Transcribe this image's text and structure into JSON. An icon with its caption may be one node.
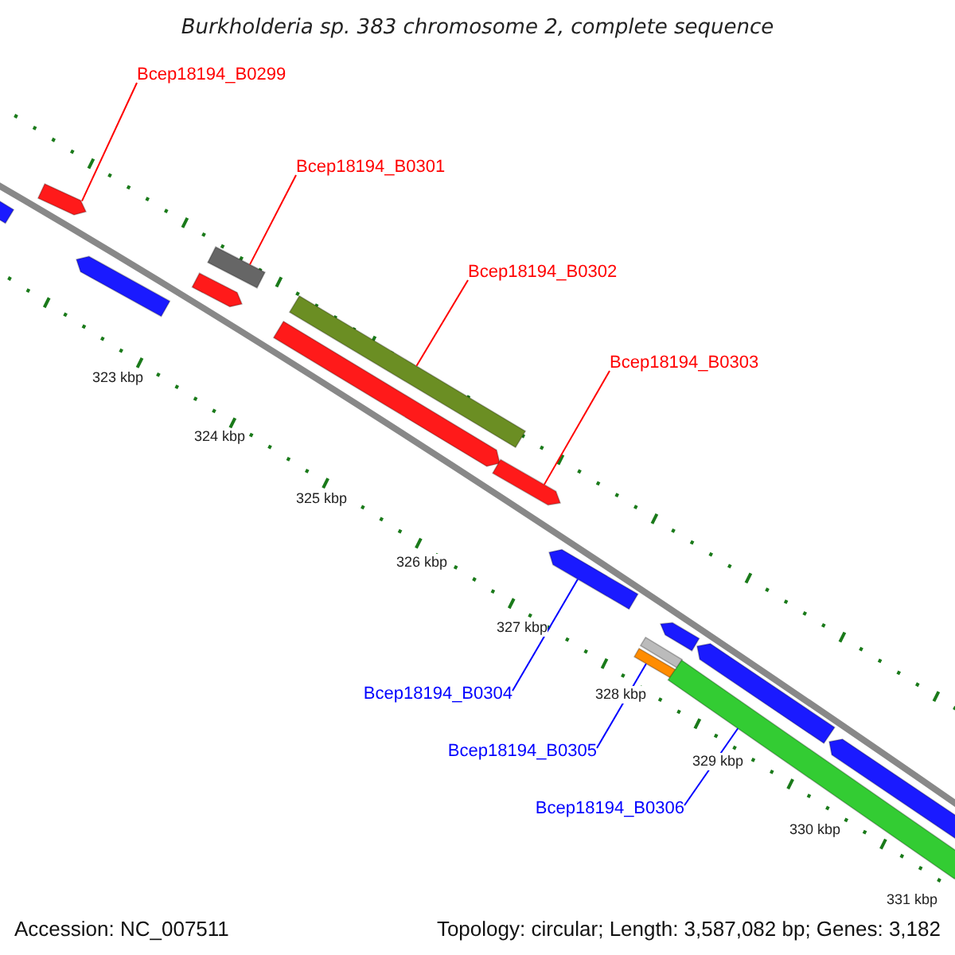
{
  "diagram": {
    "title": "Burkholderia sp. 383 chromosome 2, complete sequence",
    "nodes": [
      {
        "text": [
          "Bcep18194_B0299"
        ]
      },
      {
        "text": [
          "Bcep18194_B0301"
        ]
      },
      {
        "text": [
          "Bcep18194_B0302"
        ]
      },
      {
        "text": [
          "Bcep18194_B0303"
        ]
      },
      {
        "text": [
          "Bcep18194_B0304"
        ]
      },
      {
        "text": [
          "Bcep18194_B0305"
        ]
      },
      {
        "text": [
          "Bcep18194_B0306"
        ]
      },
      {
        "text": [],
        "shape": "arrow"
      },
      {
        "text": [],
        "shape": "arrow"
      },
      {
        "text": [],
        "shape": "arrow"
      },
      {
        "text": [],
        "shape": "arrow"
      },
      {
        "text": [],
        "shape": "bar"
      },
      {
        "text": [],
        "shape": "arrow"
      },
      {
        "text": [],
        "shape": "bar"
      },
      {
        "text": [],
        "shape": "arrow"
      },
      {
        "text": [],
        "shape": "arrow"
      },
      {
        "text": [],
        "shape": "bar"
      },
      {
        "text": [],
        "shape": "bar"
      },
      {
        "text": [],
        "shape": "arrow"
      },
      {
        "text": [],
        "shape": "bar"
      },
      {
        "text": [],
        "shape": "arrow"
      },
      {
        "text": [],
        "shape": "arrow"
      }
    ],
    "edges": [
      {
        "from": 0,
        "to": 8,
        "arrow": "none"
      },
      {
        "from": 1,
        "to": 11,
        "arrow": "none"
      },
      {
        "from": 2,
        "to": 13,
        "arrow": "none"
      },
      {
        "from": 3,
        "to": 14,
        "arrow": "none"
      },
      {
        "from": 4,
        "to": 15,
        "arrow": "none",
        "color": "#0000ff"
      },
      {
        "from": 5,
        "to": 16,
        "arrow": "none",
        "color": "#0000ff"
      },
      {
        "from": 6,
        "to": 19,
        "arrow": "none",
        "color": "#0000ff"
      }
    ],
    "labels": [
      "323 kbp",
      "324 kbp",
      "325 kbp",
      "326 kbp",
      "327 kbp",
      "328 kbp",
      "329 kbp",
      "330 kbp",
      "331 kbp",
      "Accession: NC_007511",
      "Topology: circular; Length: 3,587,082 bp; Genes: 3,182"
    ]
  }
}
